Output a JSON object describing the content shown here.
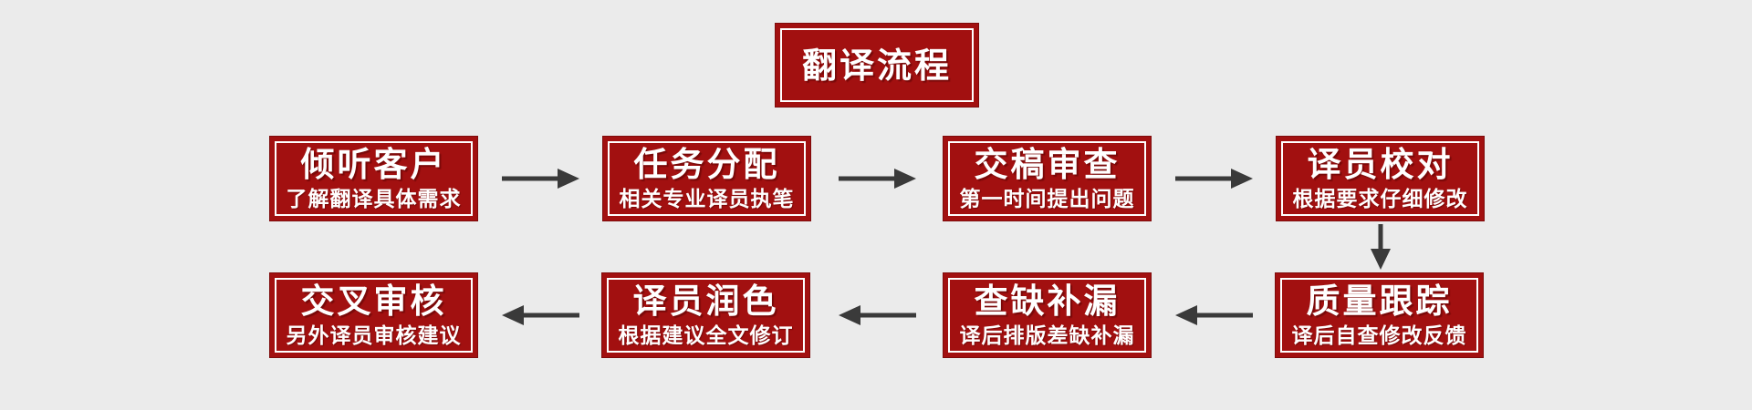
{
  "colors": {
    "background": "#ebebeb",
    "box_fill": "#a21010",
    "box_outer_line": "#7e0b0b",
    "box_inner_border": "#ffffff",
    "text": "#ffffff",
    "arrow": "#3a3a3a"
  },
  "title": {
    "label": "翻译流程"
  },
  "steps": [
    {
      "order": 1,
      "title": "倾听客户",
      "subtitle": "了解翻译具体需求"
    },
    {
      "order": 2,
      "title": "任务分配",
      "subtitle": "相关专业译员执笔"
    },
    {
      "order": 3,
      "title": "交稿审查",
      "subtitle": "第一时间提出问题"
    },
    {
      "order": 4,
      "title": "译员校对",
      "subtitle": "根据要求仔细修改"
    },
    {
      "order": 5,
      "title": "质量跟踪",
      "subtitle": "译后自查修改反馈"
    },
    {
      "order": 6,
      "title": "查缺补漏",
      "subtitle": "译后排版差缺补漏"
    },
    {
      "order": 7,
      "title": "译员润色",
      "subtitle": "根据建议全文修订"
    },
    {
      "order": 8,
      "title": "交叉审核",
      "subtitle": "另外译员审核建议"
    }
  ],
  "flow": {
    "connections": [
      {
        "from": "倾听客户",
        "to": "任务分配",
        "direction": "right"
      },
      {
        "from": "任务分配",
        "to": "交稿审查",
        "direction": "right"
      },
      {
        "from": "交稿审查",
        "to": "译员校对",
        "direction": "right"
      },
      {
        "from": "译员校对",
        "to": "质量跟踪",
        "direction": "down"
      },
      {
        "from": "质量跟踪",
        "to": "查缺补漏",
        "direction": "left"
      },
      {
        "from": "查缺补漏",
        "to": "译员润色",
        "direction": "left"
      },
      {
        "from": "译员润色",
        "to": "交叉审核",
        "direction": "left"
      }
    ]
  }
}
